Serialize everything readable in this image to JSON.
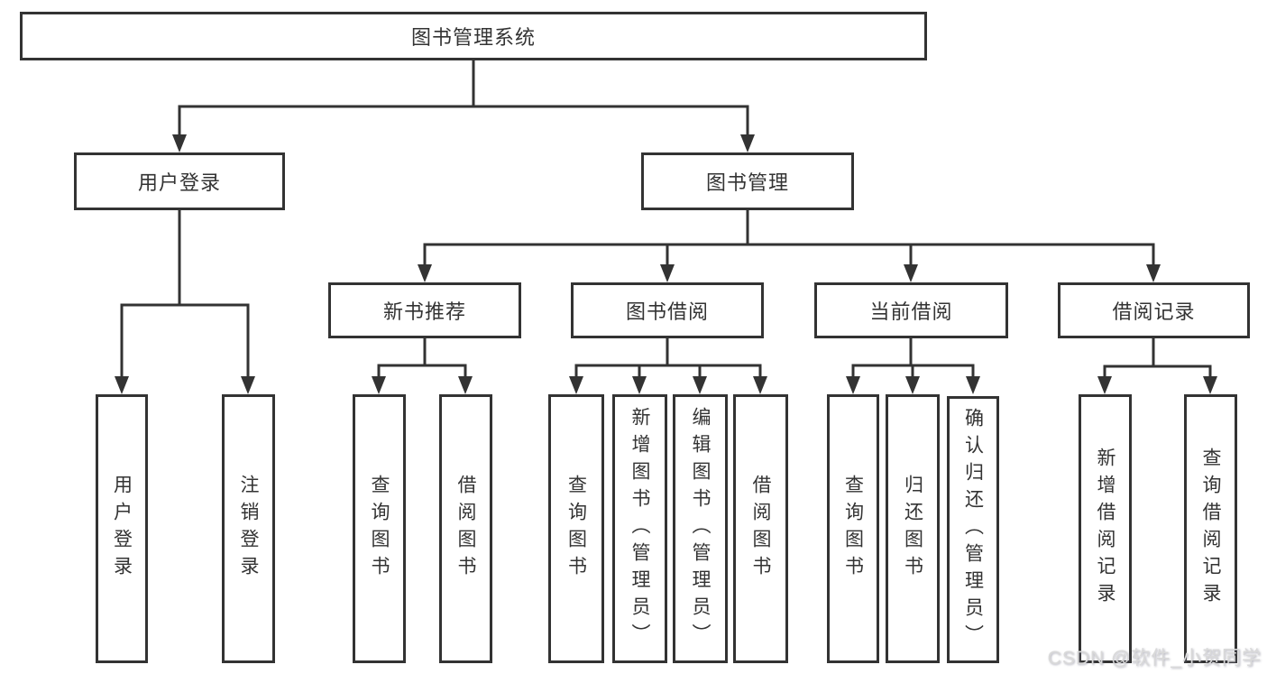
{
  "diagram_type": "hierarchy-tree",
  "colors": {
    "line": "#333333",
    "text": "#333333",
    "box_border": "#333333",
    "box_background": "#ffffff",
    "page_background": "#ffffff",
    "watermark": "#d9d9d9"
  },
  "root": {
    "label": "图书管理系统"
  },
  "level2": {
    "user_login": {
      "label": "用户登录"
    },
    "book_management": {
      "label": "图书管理"
    }
  },
  "level3": {
    "new_book_recommend": {
      "label": "新书推荐"
    },
    "book_borrow": {
      "label": "图书借阅"
    },
    "current_borrow": {
      "label": "当前借阅"
    },
    "borrow_records": {
      "label": "借阅记录"
    }
  },
  "leaves": {
    "user_login": {
      "label": "用户登录",
      "parent": "用户登录"
    },
    "logout": {
      "label": "注销登录",
      "parent": "用户登录"
    },
    "query_books_recommend": {
      "label": "查询图书",
      "parent": "新书推荐"
    },
    "borrow_books_recommend": {
      "label": "借阅图书",
      "parent": "新书推荐"
    },
    "query_books_borrow": {
      "label": "查询图书",
      "parent": "图书借阅"
    },
    "add_books_admin": {
      "label": "新增图书（管理员）",
      "parent": "图书借阅"
    },
    "edit_books_admin": {
      "label": "编辑图书（管理员）",
      "parent": "图书借阅"
    },
    "borrow_books_borrow": {
      "label": "借阅图书",
      "parent": "图书借阅"
    },
    "query_books_current": {
      "label": "查询图书",
      "parent": "当前借阅"
    },
    "return_books": {
      "label": "归还图书",
      "parent": "当前借阅"
    },
    "confirm_return_admin": {
      "label": "确认归还（管理员）",
      "parent": "当前借阅"
    },
    "add_borrow_record": {
      "label": "新增借阅记录",
      "parent": "借阅记录"
    },
    "query_borrow_record": {
      "label": "查询借阅记录",
      "parent": "借阅记录"
    }
  },
  "watermark": {
    "text": "CSDN @软件_小贺同学"
  }
}
